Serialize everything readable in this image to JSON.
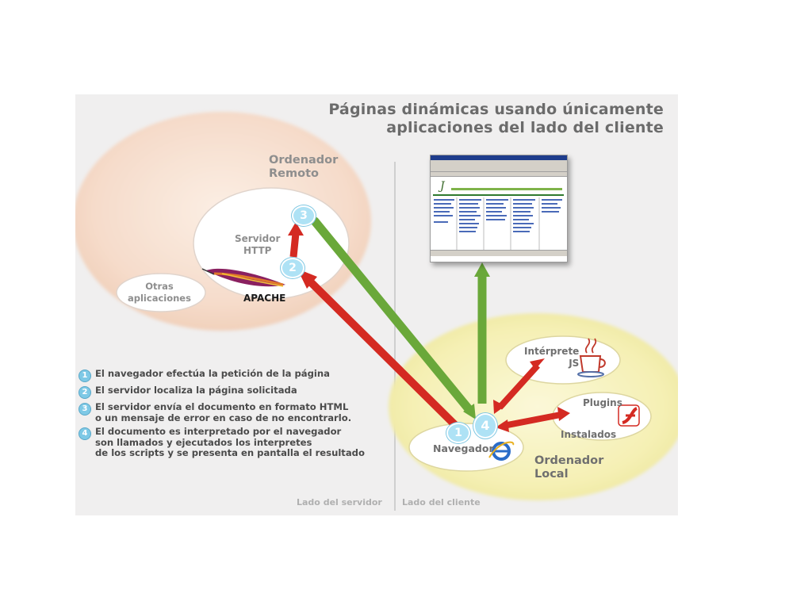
{
  "title": {
    "line1": "Páginas dinámicas usando únicamente",
    "line2": "aplicaciones del lado del cliente"
  },
  "server": {
    "label_line1": "Ordenador",
    "label_line2": "Remoto",
    "http_line1": "Servidor",
    "http_line2": "HTTP",
    "apache": "APACHE",
    "others_line1": "Otras",
    "others_line2": "aplicaciones"
  },
  "client": {
    "label_line1": "Ordenador",
    "label_line2": "Local",
    "navegador": "Navegador",
    "interprete_line1": "Intérprete",
    "interprete_line2": "JS",
    "plugins_line1": "Plugins",
    "plugins_line2": "Instalados"
  },
  "badges": [
    "1",
    "2",
    "3",
    "4"
  ],
  "steps": [
    {
      "num": "1",
      "text": "El navegador efectúa la petición de la página"
    },
    {
      "num": "2",
      "text": "El servidor localiza la página solicitada"
    },
    {
      "num": "3",
      "text": "El servidor envía el documento en formato HTML\no un mensaje de error en caso de no encontrarlo."
    },
    {
      "num": "4",
      "text": "El documento es interpretado por el navegador\nson llamados y ejecutados los interpretes\nde los scripts y se presenta en pantalla el resultado"
    }
  ],
  "footer": {
    "server_side": "Lado del servidor",
    "client_side": "Lado del cliente"
  },
  "colors": {
    "request_arrow": "#d42a22",
    "response_arrow": "#6aa83a",
    "server_cloud": "#f6dccb",
    "client_cloud": "#f5f0b4",
    "badge": "#aee2f5"
  },
  "icons": [
    "apache-feather-icon",
    "java-cup-icon",
    "internet-explorer-icon",
    "flash-icon",
    "browser-screenshot"
  ]
}
